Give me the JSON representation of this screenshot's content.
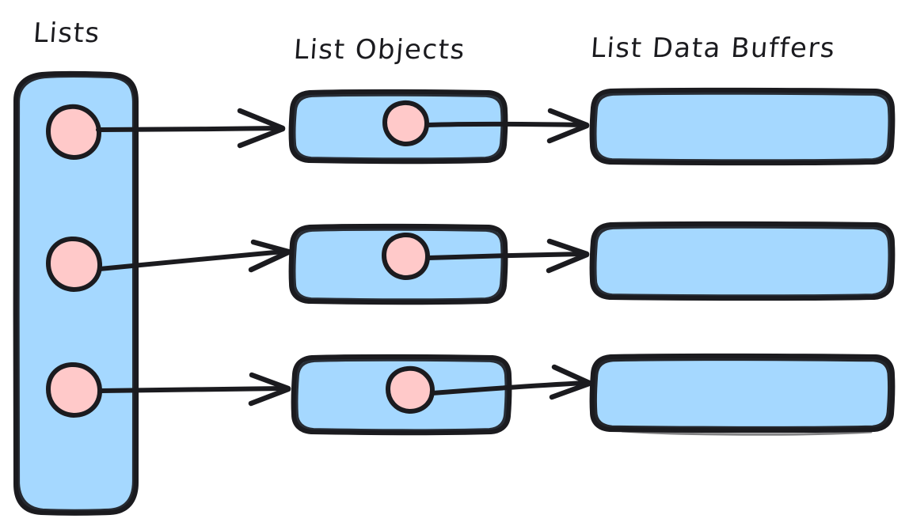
{
  "diagram": {
    "title": "Lists / List Objects / List Data Buffers memory layout",
    "type": "pointer-diagram",
    "background_color": "#ffffff",
    "style": "hand-drawn-sketch",
    "colors": {
      "container_fill": "#a5d8ff",
      "box_fill": "#a5d8ff",
      "pointer_fill": "#ffc9c9",
      "stroke": "#1b1b1f",
      "text": "#1b1b1f"
    },
    "columns": [
      {
        "id": "lists",
        "label": "Lists"
      },
      {
        "id": "list-objects",
        "label": "List Objects"
      },
      {
        "id": "list-data-buffers",
        "label": "List Data Buffers"
      }
    ],
    "lists_container": {
      "label": "Lists",
      "shape": "rounded-rectangle",
      "fill": "#a5d8ff",
      "pointers": [
        {
          "id": "list-pointer-1",
          "shape": "circle",
          "fill": "#ffc9c9"
        },
        {
          "id": "list-pointer-2",
          "shape": "circle",
          "fill": "#ffc9c9"
        },
        {
          "id": "list-pointer-3",
          "shape": "circle",
          "fill": "#ffc9c9"
        }
      ]
    },
    "rows": [
      {
        "index": 1,
        "list_object": {
          "id": "list-object-1",
          "shape": "rounded-rectangle",
          "fill": "#a5d8ff",
          "pointer": {
            "id": "buffer-pointer-1",
            "shape": "circle",
            "fill": "#ffc9c9"
          }
        },
        "data_buffer": {
          "id": "list-data-buffer-1",
          "shape": "rounded-rectangle",
          "fill": "#a5d8ff"
        },
        "arrows": [
          {
            "id": "arrow-list-to-object-1",
            "from": "list-pointer-1",
            "to": "list-object-1"
          },
          {
            "id": "arrow-object-to-buffer-1",
            "from": "buffer-pointer-1",
            "to": "list-data-buffer-1"
          }
        ]
      },
      {
        "index": 2,
        "list_object": {
          "id": "list-object-2",
          "shape": "rounded-rectangle",
          "fill": "#a5d8ff",
          "pointer": {
            "id": "buffer-pointer-2",
            "shape": "circle",
            "fill": "#ffc9c9"
          }
        },
        "data_buffer": {
          "id": "list-data-buffer-2",
          "shape": "rounded-rectangle",
          "fill": "#a5d8ff"
        },
        "arrows": [
          {
            "id": "arrow-list-to-object-2",
            "from": "list-pointer-2",
            "to": "list-object-2"
          },
          {
            "id": "arrow-object-to-buffer-2",
            "from": "buffer-pointer-2",
            "to": "list-data-buffer-2"
          }
        ]
      },
      {
        "index": 3,
        "list_object": {
          "id": "list-object-3",
          "shape": "rounded-rectangle",
          "fill": "#a5d8ff",
          "pointer": {
            "id": "buffer-pointer-3",
            "shape": "circle",
            "fill": "#ffc9c9"
          }
        },
        "data_buffer": {
          "id": "list-data-buffer-3",
          "shape": "rounded-rectangle",
          "fill": "#a5d8ff"
        },
        "arrows": [
          {
            "id": "arrow-list-to-object-3",
            "from": "list-pointer-3",
            "to": "list-object-3"
          },
          {
            "id": "arrow-object-to-buffer-3",
            "from": "buffer-pointer-3",
            "to": "list-data-buffer-3"
          }
        ]
      }
    ]
  }
}
